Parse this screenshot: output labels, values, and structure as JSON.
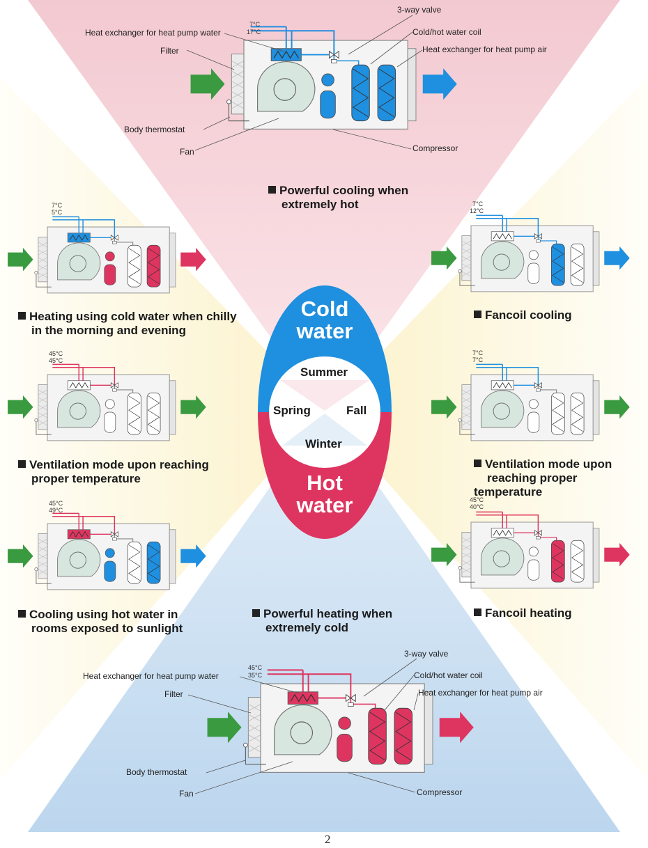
{
  "colors": {
    "cold": "#1f8fdf",
    "hot": "#de3560",
    "vent": "#3a9a40",
    "pink_bg": "#f6d6dc",
    "blue_bg": "#cfe2f3",
    "yellow_bg": "#fcf6d8",
    "unit_body": "#f4f4f4",
    "fan_fill": "#d7e6df"
  },
  "center": {
    "cold_line1": "Cold",
    "cold_line2": "water",
    "hot_line1": "Hot",
    "hot_line2": "water",
    "summer": "Summer",
    "spring": "Spring",
    "fall": "Fall",
    "winter": "Winter"
  },
  "top_unit": {
    "labels": {
      "valve": "3-way valve",
      "hx_water": "Heat exchanger for heat pump water",
      "coil": "Cold/hot water coil",
      "filter": "Filter",
      "hx_air": "Heat exchanger for heat pump air",
      "body_thermostat": "Body thermostat",
      "fan": "Fan",
      "compressor": "Compressor"
    },
    "temp_in": "7°C",
    "temp_out": "17°C",
    "caption_line1": "Powerful cooling when",
    "caption_line2": "extremely hot"
  },
  "bottom_unit": {
    "labels": {
      "valve": "3-way valve",
      "hx_water": "Heat exchanger for heat pump water",
      "coil": "Cold/hot water coil",
      "filter": "Filter",
      "hx_air": "Heat exchanger for heat pump air",
      "body_thermostat": "Body thermostat",
      "fan": "Fan",
      "compressor": "Compressor"
    },
    "temp_in": "45°C",
    "temp_out": "35°C",
    "caption_line1": "Powerful heating when",
    "caption_line2": "extremely cold"
  },
  "left_units": [
    {
      "temp_in": "7°C",
      "temp_out": "5°C",
      "caption_line1": "Heating using cold water when chilly",
      "caption_line2": "in the morning and evening"
    },
    {
      "temp_in": "45°C",
      "temp_out": "45°C",
      "caption_line1": "Ventilation mode upon reaching",
      "caption_line2": "proper temperature"
    },
    {
      "temp_in": "45°C",
      "temp_out": "49°C",
      "caption_line1": "Cooling using hot water in",
      "caption_line2": "rooms exposed to sunlight"
    }
  ],
  "right_units": [
    {
      "temp_in": "7°C",
      "temp_out": "12°C",
      "caption_line1": "Fancoil cooling",
      "caption_line2": ""
    },
    {
      "temp_in": "7°C",
      "temp_out": "7°C",
      "caption_line1": "Ventilation mode upon",
      "caption_line2": "reaching proper temperature"
    },
    {
      "temp_in": "45°C",
      "temp_out": "40°C",
      "caption_line1": "Fancoil heating",
      "caption_line2": ""
    }
  ],
  "page_number": "2"
}
